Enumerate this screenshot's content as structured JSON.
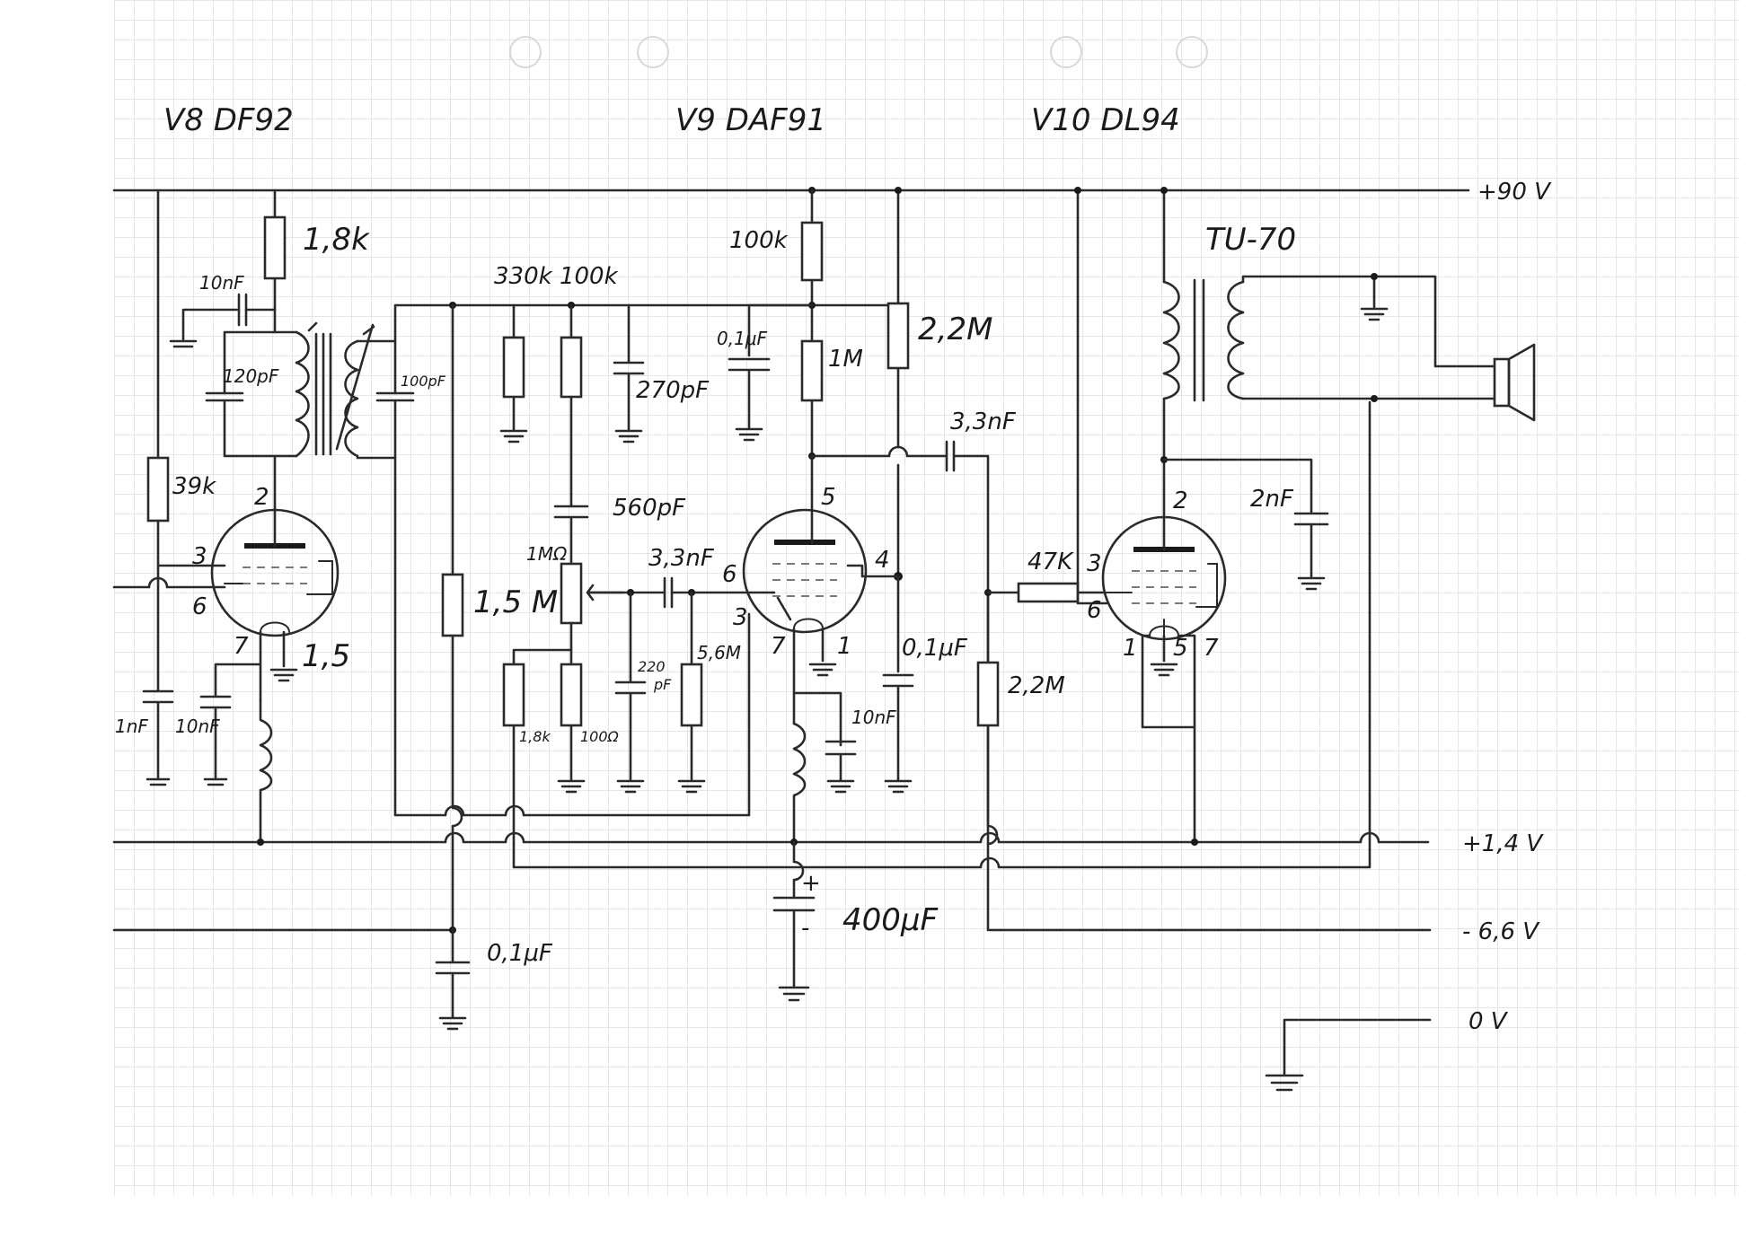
{
  "tubes": {
    "v8": {
      "label": "V8 DF92",
      "pin_plate": "2",
      "pin_g1": "3",
      "pin_g2": "6",
      "pin_f_minus": "7",
      "pin_f_plus": "1,5"
    },
    "v9": {
      "label": "V9 DAF91",
      "pin_plate": "5",
      "pin_g2": "4",
      "pin_g1": "6",
      "pin_f": "3",
      "pin_f7": "7",
      "pin_f1": "1"
    },
    "v10": {
      "label": "V10 DL94",
      "pin_plate": "2",
      "pin_g1": "3",
      "pin_g2": "6",
      "pin_f1": "1",
      "pin_f5": "5",
      "pin_f7": "7"
    }
  },
  "rails": {
    "plus90": "+90 V",
    "plus14": "+1,4 V",
    "minus66": "- 6,6 V",
    "zero": "0 V"
  },
  "transformer": {
    "label": "TU-70"
  },
  "components": {
    "r_1k8_top": "1,8k",
    "c_10nF_a": "10nF",
    "c_120pF": "120pF",
    "c_100pF": "100pF",
    "r_39k": "39k",
    "c_1nF": "1nF",
    "c_10nF_b": "10nF",
    "r_330k_100k": "330k 100k",
    "c_270pF": "270pF",
    "c_560pF": "560pF",
    "pot_1M": "1MΩ",
    "r_1M5": "1,5 M",
    "r_1k8_low": "1,8k",
    "r_100ohm": "100Ω",
    "c_220pF_a": "220",
    "c_220pF_b": "pF",
    "c_3n3_a": "3,3nF",
    "r_5M6": "5,6M",
    "r_100k": "100k",
    "c_0u1_a": "0,1μF",
    "r_1M": "1M",
    "r_2M2_top": "2,2M",
    "c_3n3_b": "3,3nF",
    "c_0u1_b": "0,1μF",
    "c_10nF_c": "10nF",
    "r_2M2_low": "2,2M",
    "r_47k": "47K",
    "c_2nF": "2nF",
    "c_400uF": "400μF",
    "c_400uF_plus": "+",
    "c_400uF_minus": "-",
    "c_0u1_c": "0,1μF"
  },
  "colors": {
    "paper": "#ffffff",
    "grid": "#c9c9c9",
    "ink": "#1a1a1a"
  }
}
